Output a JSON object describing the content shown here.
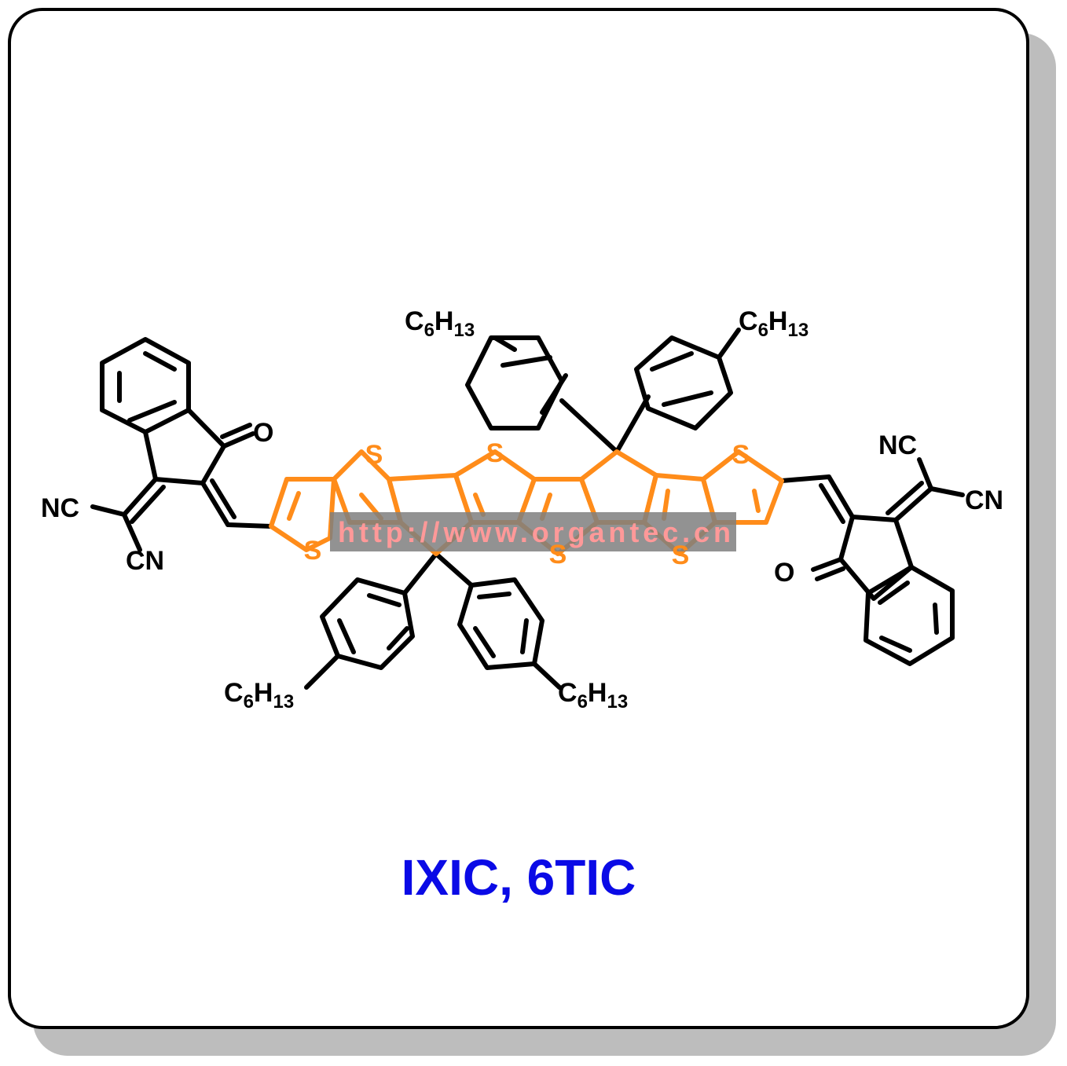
{
  "compound": {
    "name": "IXIC, 6TIC",
    "name_color": "#0a0ae6"
  },
  "atoms": {
    "sulfur": "S",
    "oxygen": "O",
    "nitrile_left": "NC",
    "nitrile_right": "CN",
    "hexyl_main": "C",
    "hexyl_sub_6": "6",
    "hexyl_H": "H",
    "hexyl_sub_13": "13"
  },
  "watermark": {
    "text": "http://www.organtec.cn"
  },
  "colors": {
    "core": "#ff8c1a",
    "bond": "#000000",
    "watermark_bg": "#7f7f7f",
    "watermark_text": "#ff9999"
  }
}
